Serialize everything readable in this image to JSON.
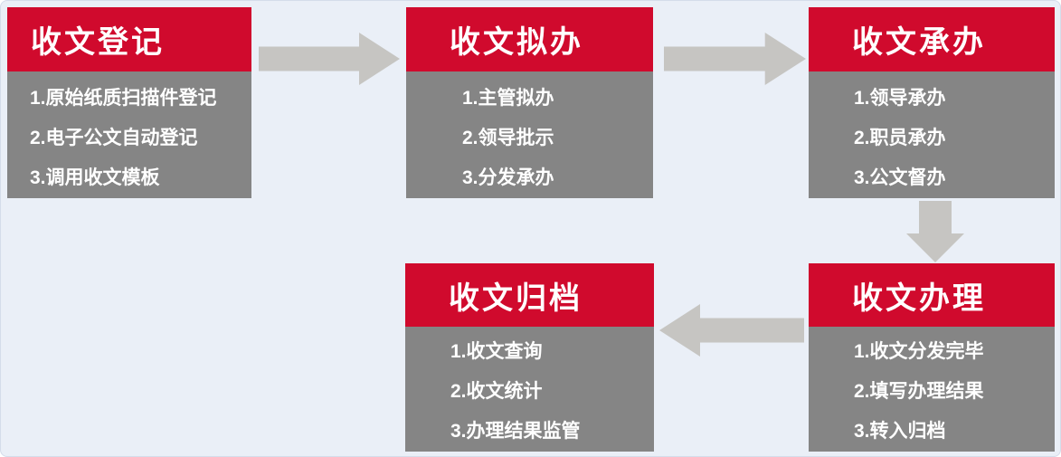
{
  "colors": {
    "header_red": "#d00a2d",
    "body_gray": "#858585",
    "arrow_gray": "#c6c5c2",
    "background": "#eaeff7",
    "text": "#ffffff"
  },
  "flow": {
    "boxes": [
      {
        "title": "收文登记",
        "items": [
          "1.原始纸质扫描件登记",
          "2.电子公文自动登记",
          "3.调用收文模板"
        ]
      },
      {
        "title": "收文拟办",
        "items": [
          "1.主管拟办",
          "2.领导批示",
          "3.分发承办"
        ]
      },
      {
        "title": "收文承办",
        "items": [
          "1.领导承办",
          "2.职员承办",
          "3.公文督办"
        ]
      },
      {
        "title": "收文办理",
        "items": [
          "1.收文分发完毕",
          "2.填写办理结果",
          "3.转入归档"
        ]
      },
      {
        "title": "收文归档",
        "items": [
          "1.收文查询",
          "2.收文统计",
          "3.办理结果监管"
        ]
      }
    ],
    "arrows": [
      {
        "icon": "arrow-right-icon",
        "from": "收文登记",
        "to": "收文拟办"
      },
      {
        "icon": "arrow-right-icon",
        "from": "收文拟办",
        "to": "收文承办"
      },
      {
        "icon": "arrow-down-icon",
        "from": "收文承办",
        "to": "收文办理"
      },
      {
        "icon": "arrow-left-icon",
        "from": "收文办理",
        "to": "收文归档"
      }
    ]
  }
}
